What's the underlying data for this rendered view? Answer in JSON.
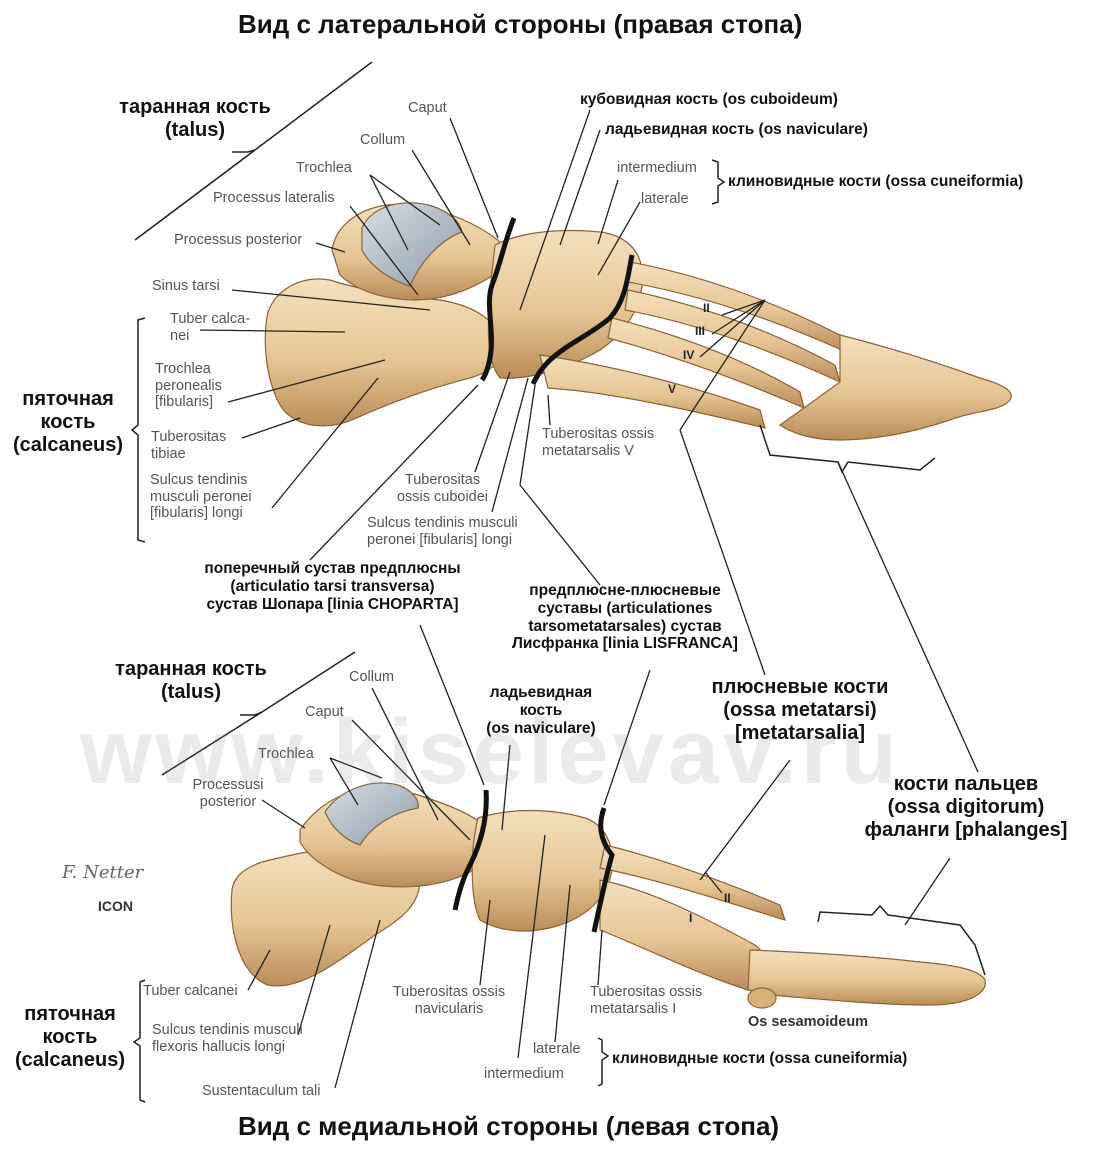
{
  "title_top": "Вид с латеральной стороны (правая стопа)",
  "title_bottom": "Вид с медиальной стороны (левая стопа)",
  "watermark": "www.kiselevav.ru",
  "artist_signature": "F. Netter",
  "logo_text": "ICON",
  "top_view": {
    "talus": {
      "line1": "таранная кость",
      "line2": "(talus)"
    },
    "calcaneus": {
      "line1": "пяточная",
      "line2": "кость",
      "line3": "(calcaneus)"
    },
    "talus_parts": {
      "caput": "Caput",
      "collum": "Collum",
      "trochlea": "Trochlea",
      "processus_lateralis": "Processus lateralis",
      "processus_posterior": "Processus posterior",
      "sinus_tarsi": "Sinus tarsi"
    },
    "calcaneus_parts": {
      "tuber_1": "Tuber calca-",
      "tuber_2": "nei",
      "trochlea_1": "Trochlea",
      "trochlea_2": "peronealis",
      "trochlea_3": "[fibularis]",
      "tuberositas_1": "Tuberositas",
      "tuberositas_2": "tibiae",
      "sulcus_1": "Sulcus tendinis",
      "sulcus_2": "musculi peronei",
      "sulcus_3": "[fibularis] longi"
    },
    "cuboid": "кубовидная кость (os cuboideum)",
    "navicular": "ладьевидная кость (os naviculare)",
    "cuneiform_intermedium": "intermedium",
    "cuneiform_laterale": "laterale",
    "cuneiform_label": "клиновидные кости (ossa cuneiformia)",
    "metatarsal_numerals": [
      "II",
      "III",
      "IV",
      "V"
    ],
    "tuberositas_mt5_1": "Tuberositas ossis",
    "tuberositas_mt5_2": "metatarsalis V",
    "tuberositas_cuboid_1": "Tuberositas",
    "tuberositas_cuboid_2": "ossis cuboidei",
    "sulcus_peronei_1": "Sulcus tendinis musculi",
    "sulcus_peronei_2": "peronei [fibularis] longi"
  },
  "center_labels": {
    "chopart_1": "поперечный сустав предплюсны",
    "chopart_2": "(articulatio tarsi transversa)",
    "chopart_3": "сустав Шопара [linia CHOPARTA]",
    "lisfranc_1": "предплюсне-плюсневые",
    "lisfranc_2": "суставы (articulationes",
    "lisfranc_3": "tarsometatarsales) сустав",
    "lisfranc_4": "Лисфранка [linia LISFRANCA]",
    "metatarsi_1": "плюсневые кости",
    "metatarsi_2": "(ossa metatarsi)",
    "metatarsi_3": "[metatarsalia]",
    "digitorum_1": "кости пальцев",
    "digitorum_2": "(ossa digitorum)",
    "digitorum_3": "фаланги [phalanges]"
  },
  "bottom_view": {
    "talus": {
      "line1": "таранная кость",
      "line2": "(talus)"
    },
    "calcaneus": {
      "line1": "пяточная",
      "line2": "кость",
      "line3": "(calcaneus)"
    },
    "collum": "Collum",
    "caput": "Caput",
    "trochlea": "Trochlea",
    "processus_1": "Processusi",
    "processus_2": "posterior",
    "navicular_1": "ладьевидная",
    "navicular_2": "кость",
    "navicular_3": "(os naviculare)",
    "tuber_calcanei": "Tuber calcanei",
    "sulcus_1": "Sulcus tendinis musculi",
    "sulcus_2": "flexoris hallucis longi",
    "sustentaculum": "Sustentaculum tali",
    "tuberositas_nav_1": "Tuberositas ossis",
    "tuberositas_nav_2": "navicularis",
    "tuberositas_mt1_1": "Tuberositas ossis",
    "tuberositas_mt1_2": "metatarsalis I",
    "sesamoid": "Os sesamoideum",
    "laterale": "laterale",
    "intermedium": "intermedium",
    "cuneiform_label": "клиновидные кости (ossa cuneiformia)",
    "metatarsal_numerals": [
      "II",
      "I"
    ]
  },
  "colors": {
    "bone": "#e6c594",
    "bone_dark": "#b98c57",
    "bone_light": "#f4e0bd",
    "cartilage": "#a8b6c2",
    "joint_line": "#111111",
    "leader": "#222222"
  }
}
